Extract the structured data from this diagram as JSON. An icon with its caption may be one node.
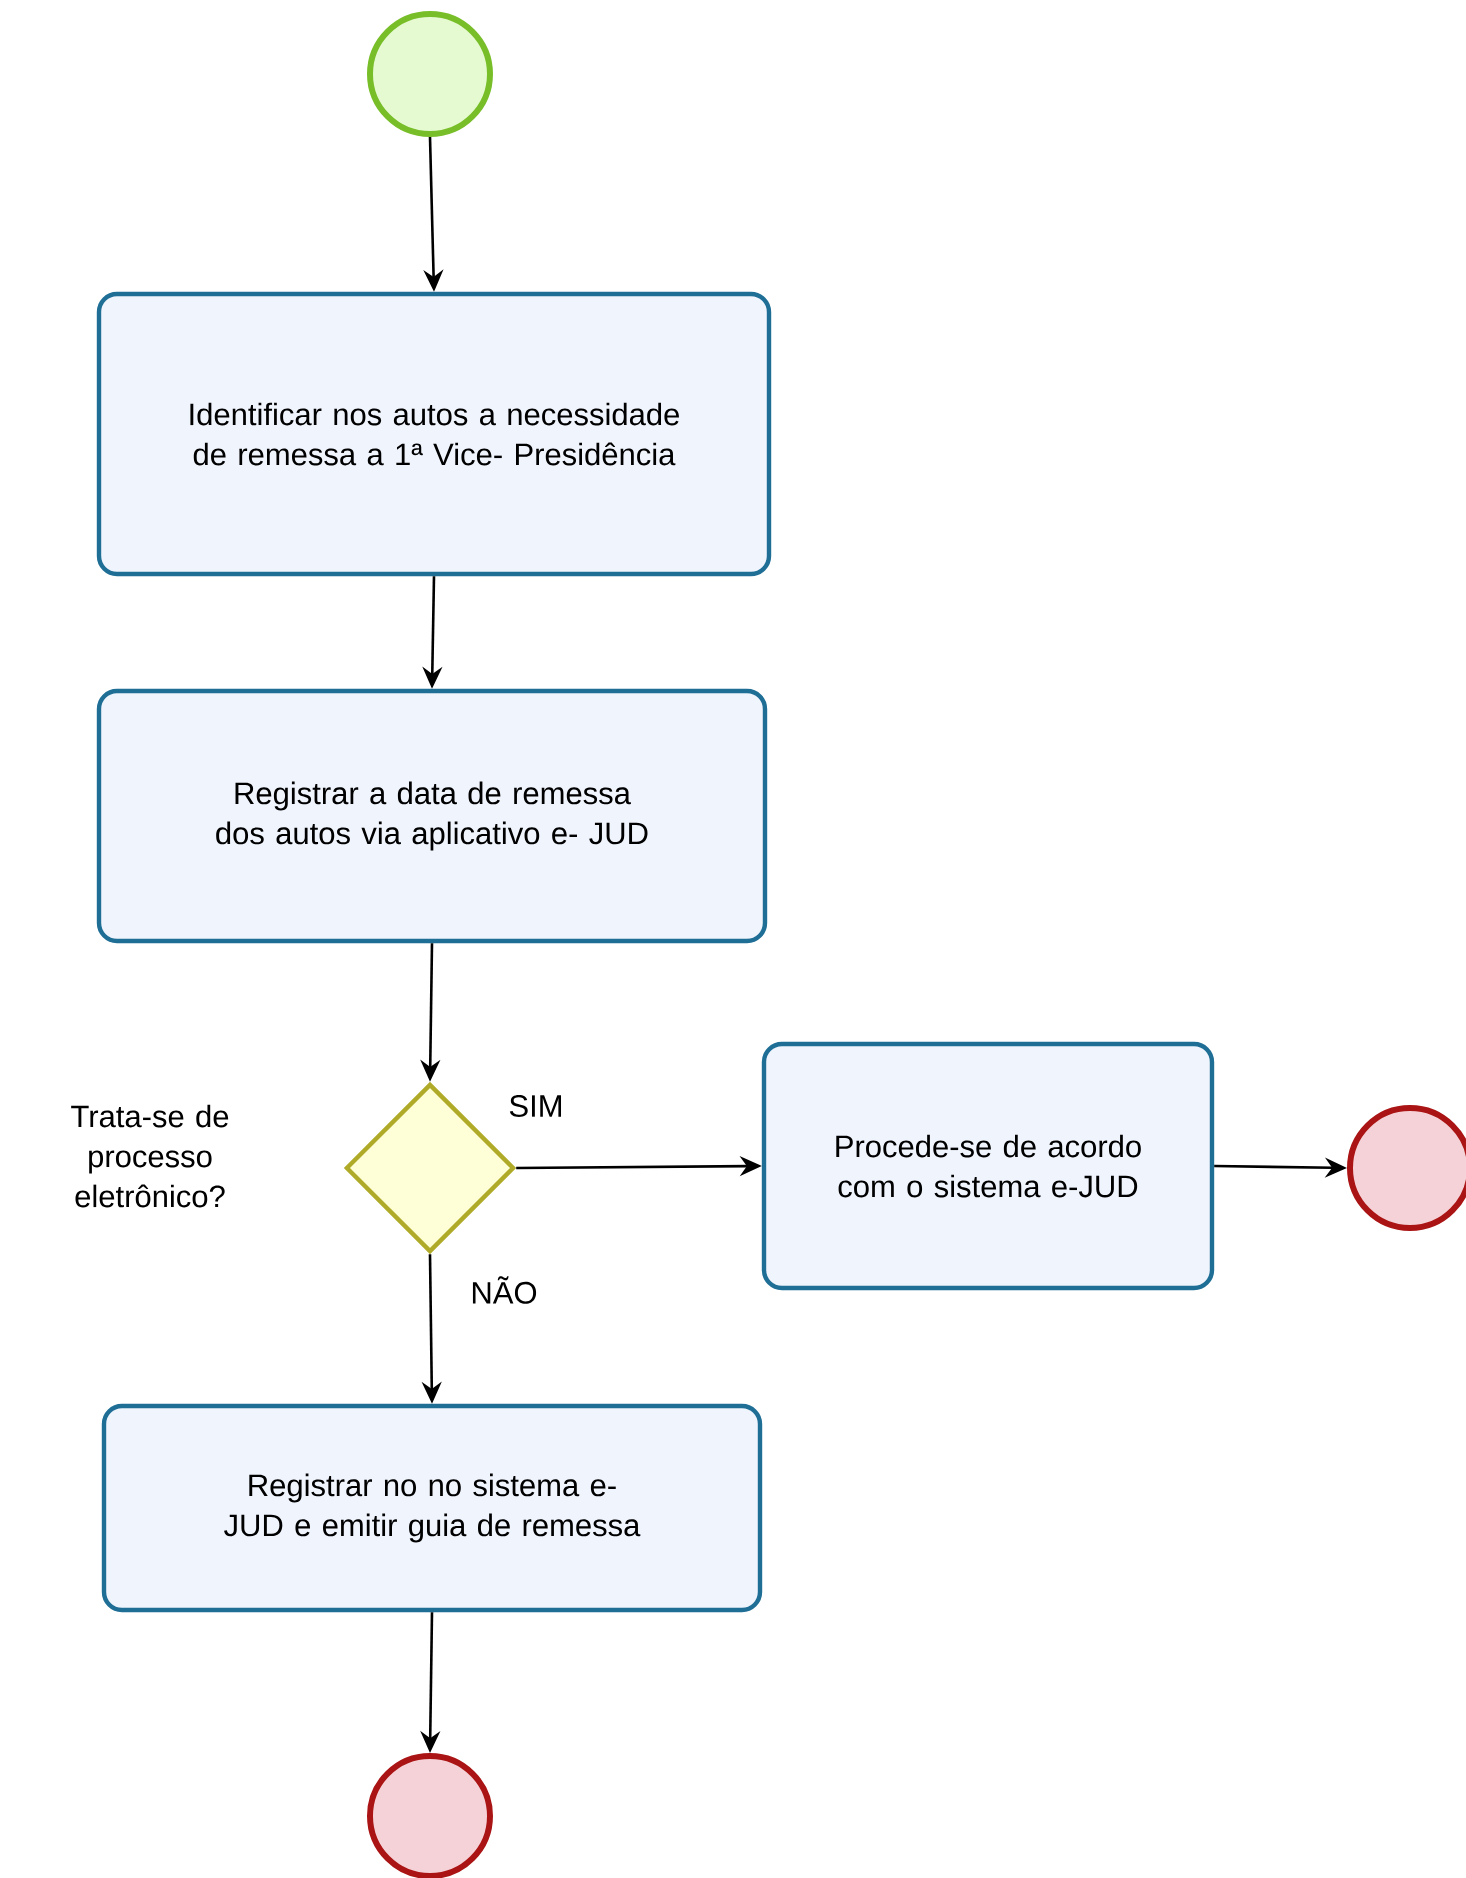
{
  "diagram": {
    "nodes": [
      {
        "text": [],
        "shape": "circle"
      },
      {
        "text": [
          "Identificar nos autos a necessidade de remessa a 1ª Vice- Presidência"
        ]
      },
      {
        "text": [
          "Registrar a data de remessa dos autos via aplicativo e- JUD"
        ]
      },
      {
        "text": [],
        "shape": "diamond",
        "beside": [
          "Trata-se de processo eletrônico?"
        ]
      },
      {
        "text": [
          "Procede-se de acordo com o sistema e-JUD"
        ]
      },
      {
        "text": [],
        "shape": "circle"
      },
      {
        "text": [
          "Registrar no no sistema e- JUD e emitir guia de remessa"
        ]
      },
      {
        "text": [],
        "shape": "circle"
      }
    ],
    "edges": [
      {
        "from": 0,
        "to": 1,
        "arrow": "to"
      },
      {
        "from": 1,
        "to": 2,
        "arrow": "to"
      },
      {
        "from": 2,
        "to": 3,
        "arrow": "to"
      },
      {
        "from": 3,
        "to": 4,
        "arrow": "to",
        "label": "SIM"
      },
      {
        "from": 4,
        "to": 5,
        "arrow": "to"
      },
      {
        "from": 3,
        "to": 6,
        "arrow": "to",
        "label": "NÃO"
      },
      {
        "from": 6,
        "to": 7,
        "arrow": "to"
      }
    ]
  }
}
